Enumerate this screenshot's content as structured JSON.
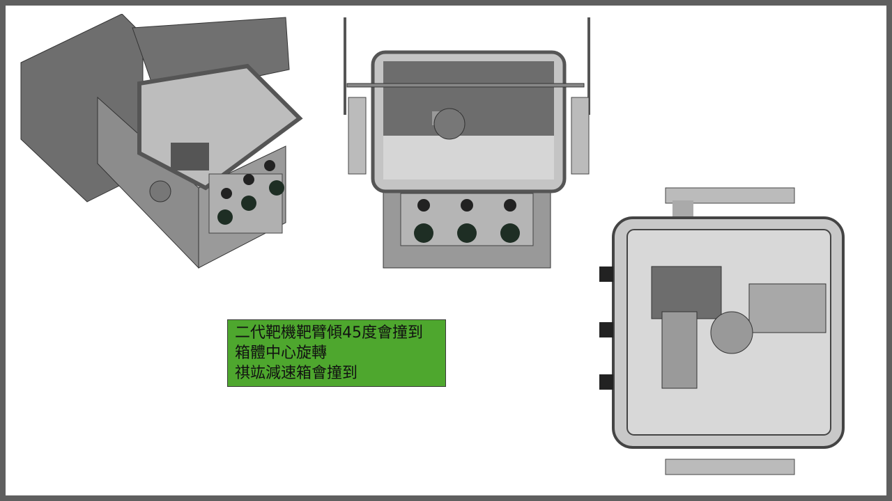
{
  "slide": {
    "note_lines": [
      "二代靶機靶臂傾45度會撞到",
      "箱體中心旋轉",
      "祺竑減速箱會撞到"
    ],
    "colors": {
      "frame": "#5f5f5f",
      "note_bg": "#4ea72e",
      "cad_gray": "#8a8a8a"
    }
  }
}
